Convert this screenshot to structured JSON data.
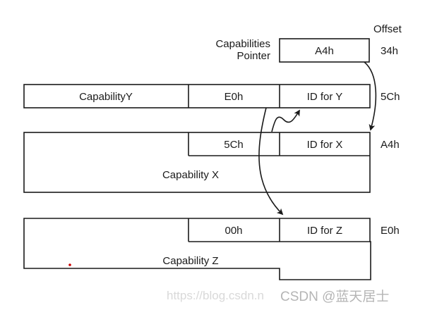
{
  "offset_header": "Offset",
  "capabilities_pointer": {
    "label_line1": "Capabilities",
    "label_line2": "Pointer",
    "value": "A4h",
    "offset": "34h"
  },
  "capability_y": {
    "name": "CapabilityY",
    "next_ptr": "E0h",
    "id": "ID for Y",
    "offset": "5Ch"
  },
  "capability_x": {
    "name": "Capability X",
    "next_ptr": "5Ch",
    "id": "ID for X",
    "offset": "A4h"
  },
  "capability_z": {
    "name": "Capability Z",
    "next_ptr": "00h",
    "id": "ID for Z",
    "offset": "E0h"
  },
  "watermark": {
    "url": "https://blog.csdn.n",
    "brand": "CSDN @蓝天居士"
  },
  "colors": {
    "stroke": "#1a1a1a",
    "dot": "#cc0000"
  }
}
